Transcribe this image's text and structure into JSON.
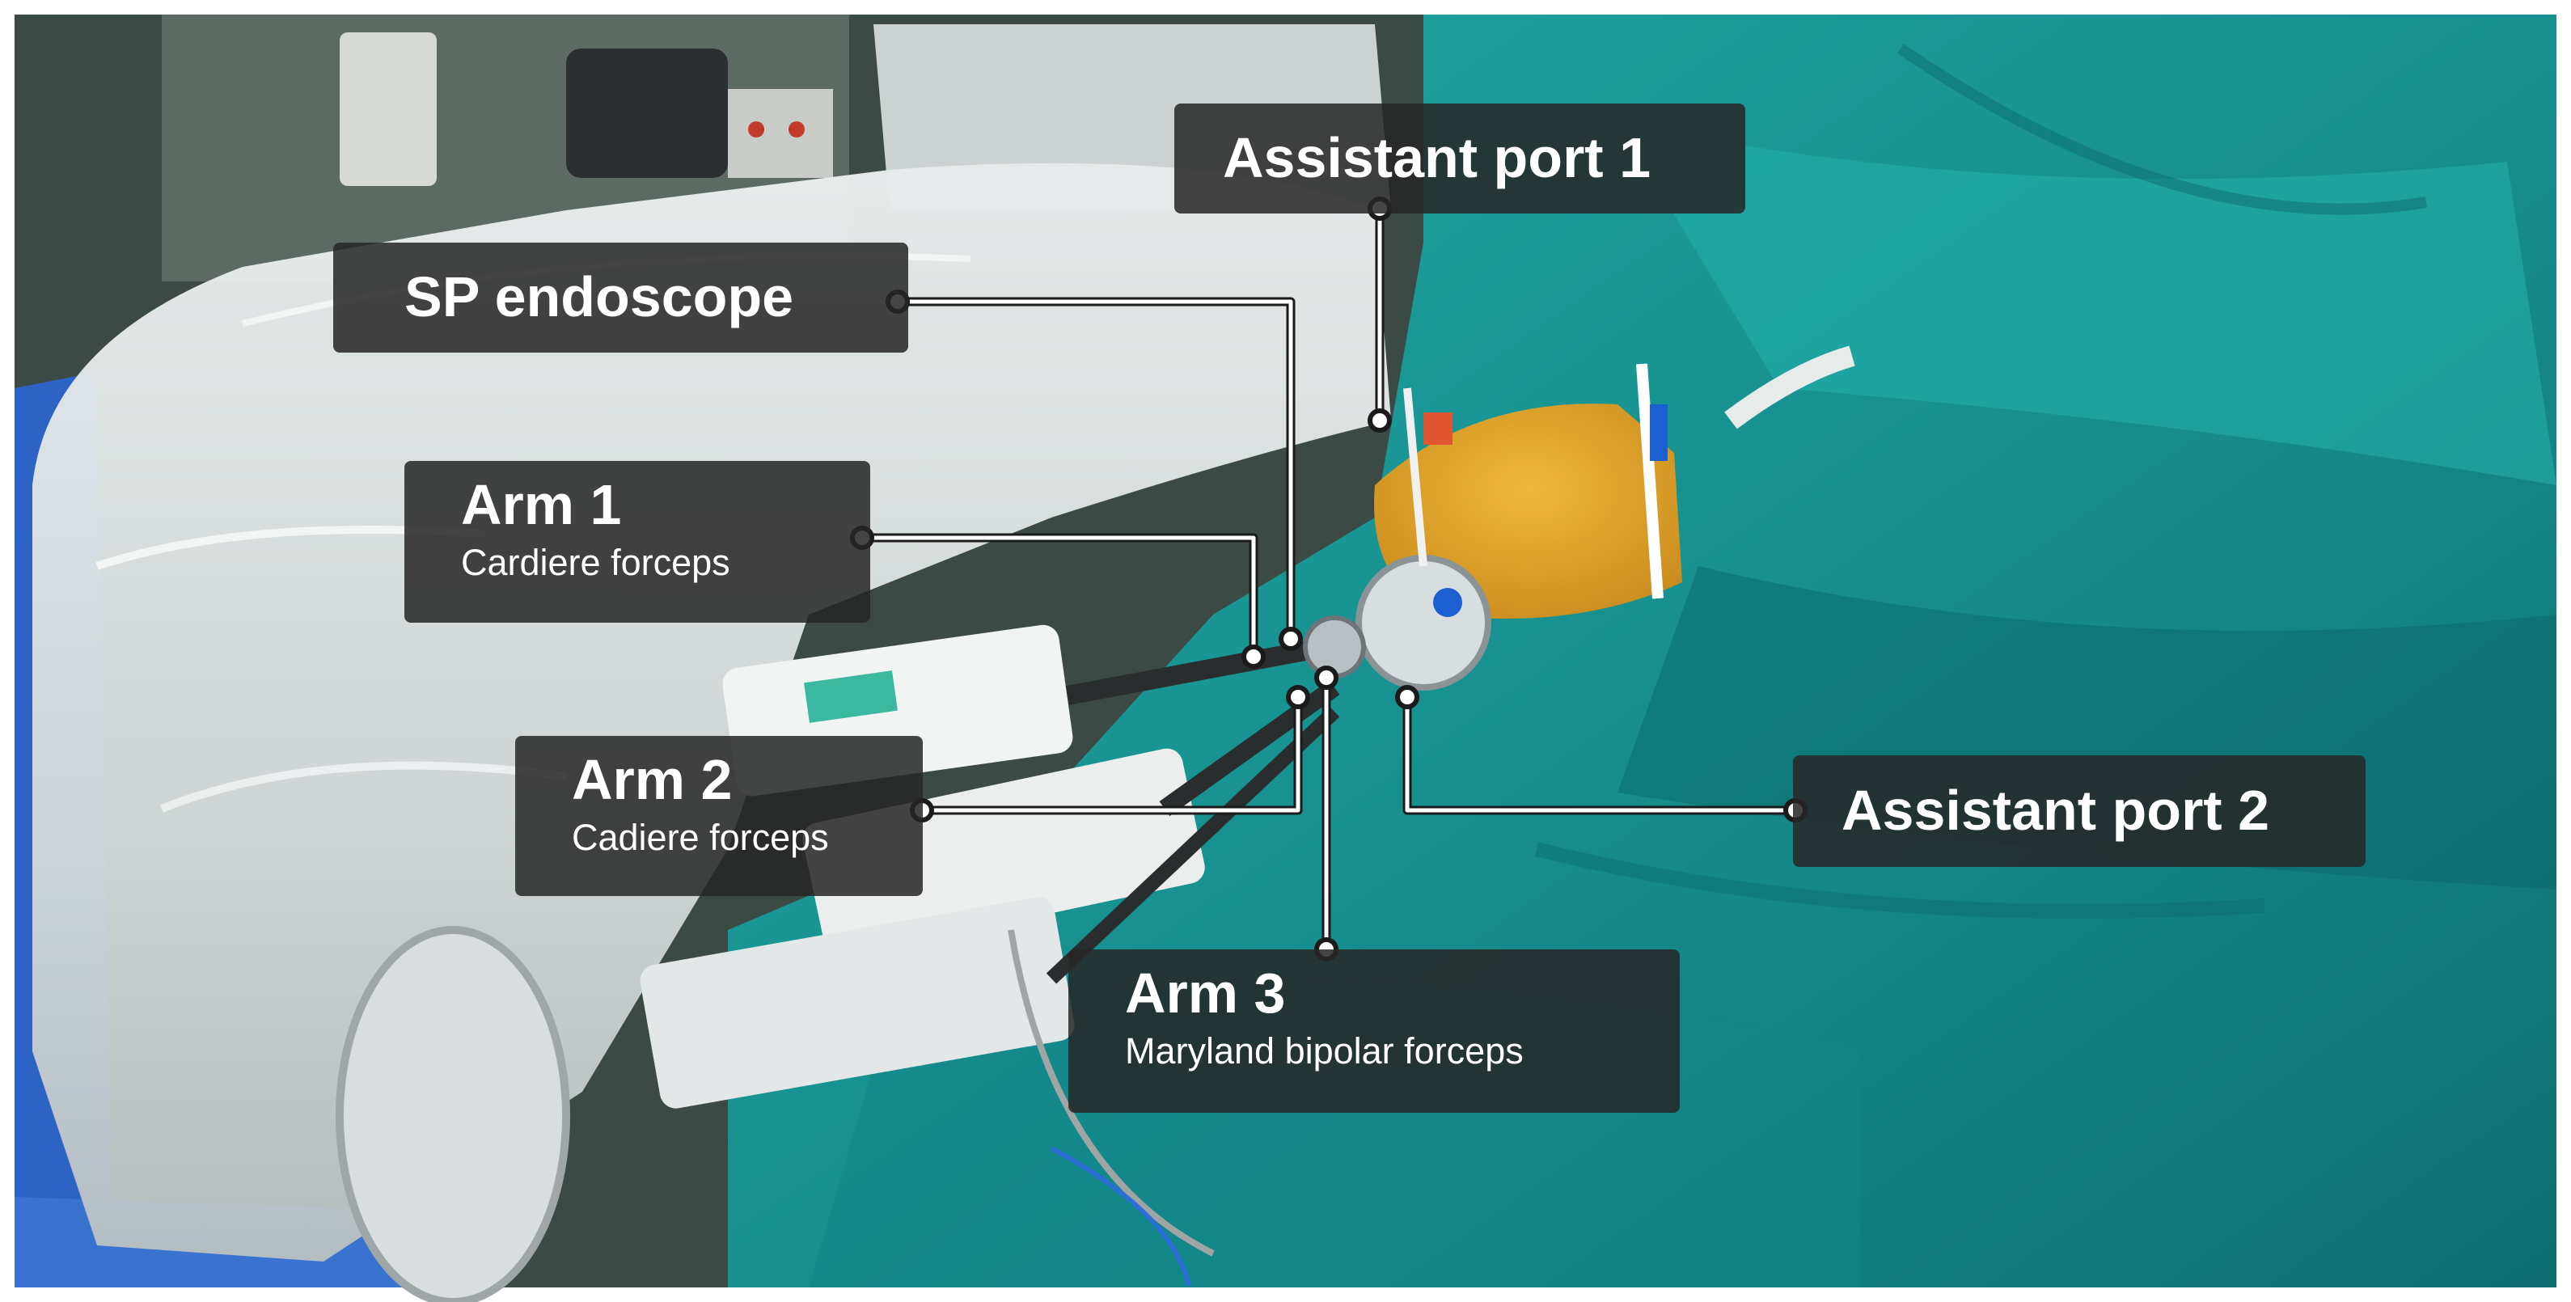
{
  "labels": {
    "assistant_port_1": "Assistant port 1",
    "sp_endoscope": "SP endoscope",
    "arm1": {
      "title": "Arm 1",
      "instrument": "Cardiere forceps"
    },
    "arm2": {
      "title": "Arm 2",
      "instrument": "Cadiere forceps"
    },
    "arm3": {
      "title": "Arm 3",
      "instrument": "Maryland bipolar forceps"
    },
    "assistant_port_2": "Assistant port 2"
  },
  "colors": {
    "surgical_drape": "#1c9a9a",
    "drape_shadow": "#0f6f73",
    "robot_cover": "#dfe3e3",
    "patient_skin": "#e0a52a",
    "label_bg": "#262626",
    "label_text": "#ffffff",
    "leader_line": "#ffffff"
  }
}
